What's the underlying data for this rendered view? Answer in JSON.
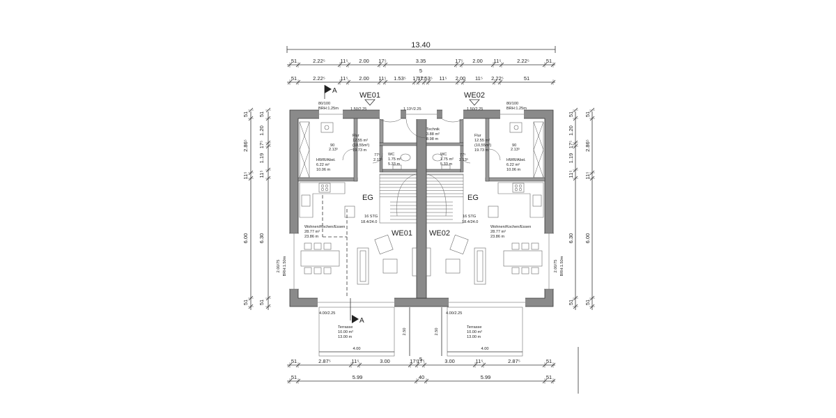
{
  "overall_width": "13.40",
  "top_dims_row1": [
    "51",
    "2.22⁵",
    "11⁵",
    "2.00",
    "17⁵",
    "3.35",
    "17⁵",
    "2.00",
    "11⁵",
    "2.22⁵",
    "51"
  ],
  "top_dims_row2": [
    "51",
    "2.22⁵",
    "11⁵",
    "2.00",
    "11⁵",
    "1.53⁵",
    "17⁵",
    "17⁵",
    "1.53⁵",
    "11⁵",
    "2.00",
    "11⁵",
    "2.22⁵",
    "51"
  ],
  "top_dims_center": "5",
  "bottom_dims_row1": [
    "51",
    "2.87⁵",
    "11⁵",
    "3.00",
    "17⁵",
    "17⁵",
    "3.00",
    "11⁵",
    "2.87⁵",
    "51"
  ],
  "bottom_dims_row1_center": "5",
  "bottom_dims_row2": [
    "51",
    "5.99",
    "40",
    "5.99",
    "51"
  ],
  "left_dims_outer": [
    "51",
    "2.86⁵",
    "11⁵",
    "6.00",
    "51"
  ],
  "left_dims_inner": [
    "51",
    "1.20",
    "17⁵",
    "1.19",
    "11⁵",
    "6.30",
    "51"
  ],
  "right_dims_inner": [
    "51",
    "1.20",
    "17⁵",
    "1.19",
    "11⁵",
    "6.30",
    "51"
  ],
  "right_dims_outer": [
    "51",
    "2.86⁵",
    "11⁵",
    "6.00",
    "51"
  ],
  "section_mark": "A",
  "unit_labels": [
    "WE01",
    "WE02"
  ],
  "floor_label": "EG",
  "windows": {
    "top_left": [
      "80/100",
      "BRH:1.25m"
    ],
    "top_right": [
      "80/100",
      "BRH:1.25m"
    ],
    "entry_left": "1.50/2.25",
    "entry_right": "1.50/2.25",
    "technik_door": "1.13⁵/2.25",
    "side_left": [
      "2.00/75",
      "BRH:1.50m"
    ],
    "side_right": [
      "2.00/75",
      "BRH:1.50m"
    ],
    "terrace_left": "4.00/2.25",
    "terrace_right": "4.00/2.25"
  },
  "rooms": {
    "flur_left": [
      "Flur",
      "12.55 m²",
      "(10,55m²)",
      "19.73 m"
    ],
    "flur_right": [
      "Flur",
      "12.55 m²",
      "(10,55m²)",
      "19.73 m"
    ],
    "technik": [
      "Technik",
      "3.88 m²",
      "8.98 m"
    ],
    "wc_left": [
      "WC",
      "1.75 m²",
      "5.33 m"
    ],
    "wc_right": [
      "WC",
      "1.75 m²",
      "5.33 m"
    ],
    "hwr_left": [
      "HWR/Abst.",
      "6.22 m²",
      "10.06 m"
    ],
    "hwr_right": [
      "HWR/Abst.",
      "6.22 m²",
      "10.06 m"
    ],
    "wohnen_left": [
      "Wohnen/Kochen/Essen",
      "28.77 m²",
      "23.86 m"
    ],
    "wohnen_right": [
      "Wohnen/Kochen/Essen",
      "28.77 m²",
      "23.86 m"
    ],
    "terrasse_left": [
      "Terrasse",
      "10.00 m²",
      "13.00 m"
    ],
    "terrasse_right": [
      "Terrasse",
      "10.00 m²",
      "13.00 m"
    ]
  },
  "doors": {
    "hwr_door": [
      "90",
      "2.13⁵"
    ],
    "wc_door": [
      "77⁵",
      "2.13⁵"
    ]
  },
  "stairs": [
    "16 STG",
    "18.4/24.0"
  ],
  "terrace_width": "4.00",
  "terrace_depth": "2.50"
}
